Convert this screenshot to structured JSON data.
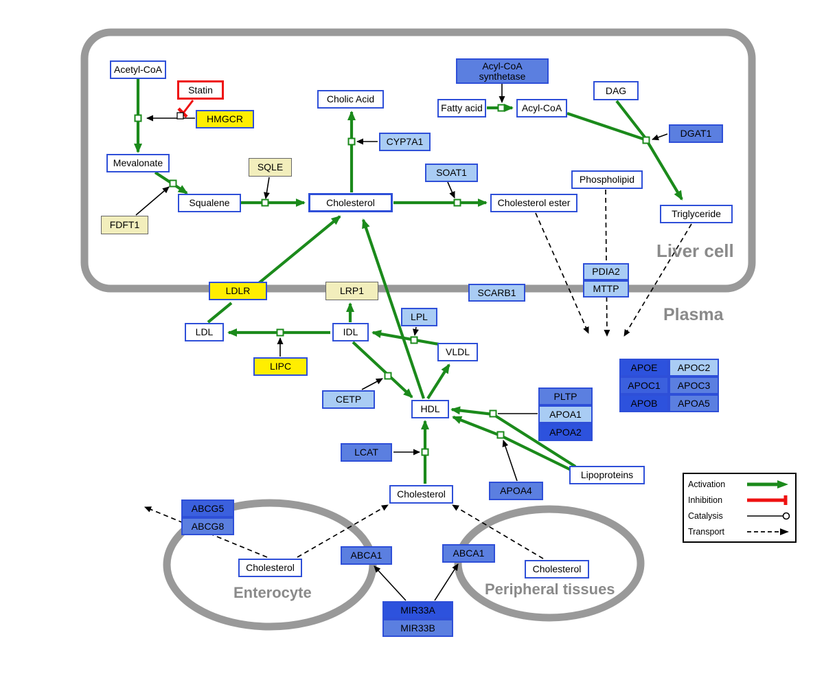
{
  "compartments": {
    "liver": "Liver cell",
    "plasma": "Plasma",
    "enterocyte": "Enterocyte",
    "peripheral": "Peripheral tissues"
  },
  "nodes": {
    "acetyl_coa": "Acetyl-CoA",
    "statin": "Statin",
    "hmgcr": "HMGCR",
    "mevalonate": "Mevalonate",
    "sqle": "SQLE",
    "fdft1": "FDFT1",
    "squalene": "Squalene",
    "cholesterol_liver": "Cholesterol",
    "cholic_acid": "Cholic Acid",
    "cyp7a1": "CYP7A1",
    "soat1": "SOAT1",
    "cholesterol_ester": "Cholesterol ester",
    "acyl_coa_synthetase": "Acyl-CoA synthetase",
    "fatty_acid": "Fatty acid",
    "acyl_coa": "Acyl-CoA",
    "dag": "DAG",
    "dgat1": "DGAT1",
    "phospholipid": "Phospholipid",
    "triglyceride": "Triglyceride",
    "pdia2": "PDIA2",
    "mttp": "MTTP",
    "ldlr": "LDLR",
    "lrp1": "LRP1",
    "scarb1": "SCARB1",
    "ldl": "LDL",
    "idl": "IDL",
    "lpl": "LPL",
    "vldl": "VLDL",
    "lipc": "LIPC",
    "cetp": "CETP",
    "hdl": "HDL",
    "pltp": "PLTP",
    "apoa1": "APOA1",
    "apoa2": "APOA2",
    "lcat": "LCAT",
    "apoa4": "APOA4",
    "lipoproteins": "Lipoproteins",
    "apoe": "APOE",
    "apoc2": "APOC2",
    "apoc1": "APOC1",
    "apoc3": "APOC3",
    "apob": "APOB",
    "apoa5": "APOA5",
    "cholesterol_plasma": "Cholesterol",
    "abcg5": "ABCG5",
    "abcg8": "ABCG8",
    "cholesterol_enterocyte": "Cholesterol",
    "abca1_enterocyte": "ABCA1",
    "abca1_peripheral": "ABCA1",
    "cholesterol_peripheral": "Cholesterol",
    "mir33a": "MIR33A",
    "mir33b": "MIR33B"
  },
  "legend": {
    "activation": "Activation",
    "inhibition": "Inhibition",
    "catalysis": "Catalysis",
    "transport": "Transport"
  },
  "colors": {
    "activation_green": "#1b8a1b",
    "inhibition_red": "#ee1111",
    "membrane_gray": "#999999",
    "metabolite_border_blue": "#2e4fd8",
    "gene_yellow": "#ffee00",
    "gene_pale_yellow": "#f2eebc",
    "gene_light_blue": "#a9ccf4",
    "gene_medium_blue": "#5b7fe0",
    "gene_dark_blue": "#2d52dd"
  }
}
